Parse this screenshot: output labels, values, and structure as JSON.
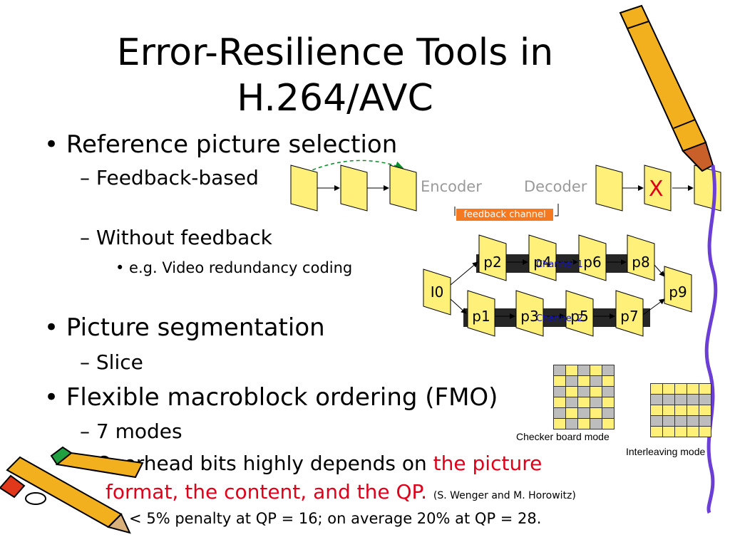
{
  "slide": {
    "title_line1": "Error-Resilience Tools in",
    "title_line2": "H.264/AVC",
    "bullets": [
      "• Reference picture selection",
      "– Feedback-based",
      "– Without feedback",
      "• e.g. Video redundancy coding",
      "• Picture segmentation",
      "– Slice",
      "• Flexible macroblock ordering (FMO)",
      "– 7 modes",
      "– Overhead bits highly depends on ",
      "the picture",
      "format, the content, and the QP.",
      "(S. Wenger and M. Horowitz)",
      "• < 5% penalty at QP = 16; on average 20% at QP = 28."
    ]
  },
  "diagram": {
    "encoder": "Encoder",
    "decoder": "Decoder",
    "feedback": "feedback channel",
    "error_mark": "X",
    "channel1": "Channel 1",
    "channel2": "Channel 2",
    "frames": {
      "i0": "I0",
      "p1": "p1",
      "p2": "p2",
      "p3": "p3",
      "p4": "p4",
      "p5": "p5",
      "p6": "p6",
      "p7": "p7",
      "p8": "p8",
      "p9": "p9"
    },
    "checker_caption": "Checker board mode",
    "interleave_caption": "Interleaving mode"
  },
  "colors": {
    "frame_fill": "#fff07a",
    "accent_red": "#e0001a",
    "feedback_bg": "#f47920",
    "channel_band": "#f8c8a8",
    "grid_yellow": "#fff07a",
    "grid_gray": "#bdbdbd"
  },
  "decorations": [
    "crayon-icon",
    "pencil-icon"
  ]
}
